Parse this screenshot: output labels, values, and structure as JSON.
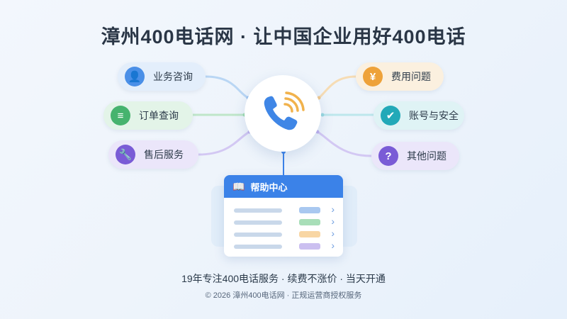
{
  "title": "漳州400电话网 · 让中国企业用好400电话",
  "hub_icon": "phone-signal-icon",
  "left_items": [
    {
      "label": "业务咨询",
      "icon": "user-icon",
      "glyph": "👤",
      "color": "#4a8fe7",
      "bg": "#e3eefb"
    },
    {
      "label": "订单查询",
      "icon": "document-icon",
      "glyph": "≡",
      "color": "#46b36e",
      "bg": "#e3f4e8"
    },
    {
      "label": "售后服务",
      "icon": "wrench-icon",
      "glyph": "🔧",
      "color": "#7a5bd6",
      "bg": "#ebe6fa"
    }
  ],
  "right_items": [
    {
      "label": "费用问题",
      "icon": "yen-icon",
      "glyph": "¥",
      "color": "#eea23a",
      "bg": "#fbf0df"
    },
    {
      "label": "账号与安全",
      "icon": "shield-icon",
      "glyph": "✔",
      "color": "#22a9b8",
      "bg": "#dff3f5"
    },
    {
      "label": "其他问题",
      "icon": "question-icon",
      "glyph": "?",
      "color": "#7a5bd6",
      "bg": "#ebe6fa"
    }
  ],
  "help_panel": {
    "title": "帮助中心",
    "icon": "book-icon",
    "row_colors": [
      "#a9c8f0",
      "#a8deb8",
      "#f8d6a4",
      "#cbbff0"
    ]
  },
  "tagline": "19年专注400电话服务 · 续费不涨价 · 当天开通",
  "copyright": "© 2026 漳州400电话网 · 正规运营商授权服务"
}
